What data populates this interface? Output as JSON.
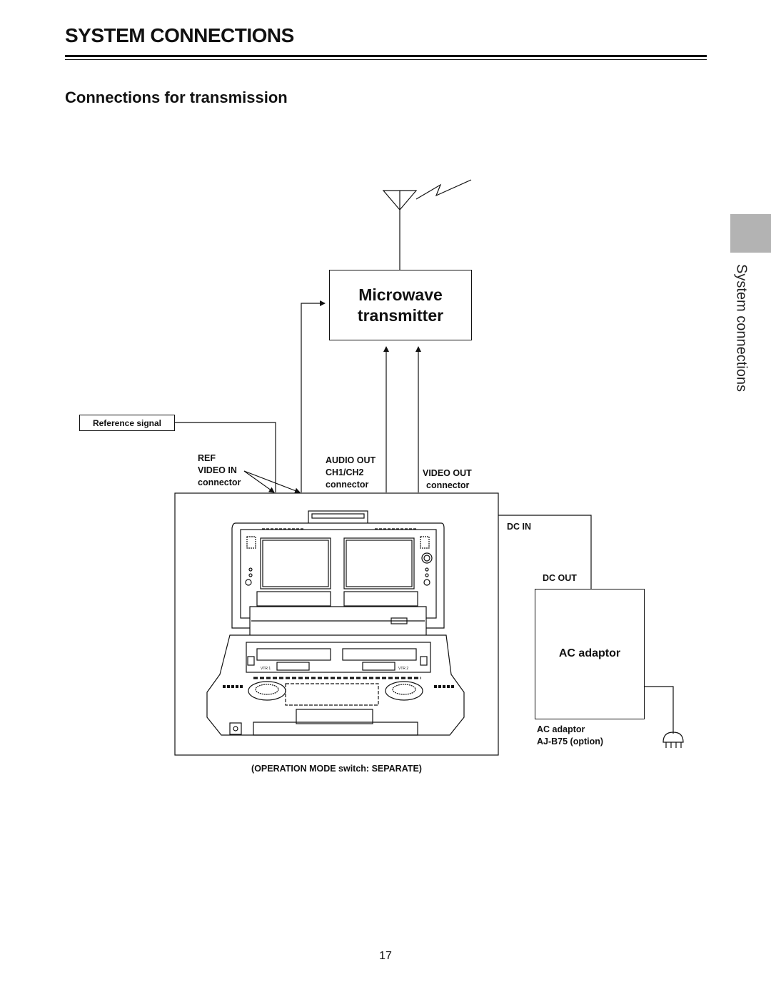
{
  "header": {
    "section_title": "SYSTEM CONNECTIONS",
    "subsection_title": "Connections for transmission"
  },
  "side_tab": {
    "label": "System connections"
  },
  "diagram": {
    "transmitter": {
      "line1": "Microwave",
      "line2": "transmitter"
    },
    "reference_signal": "Reference signal",
    "ref_video_in": {
      "line1": "REF",
      "line2": "VIDEO IN",
      "line3": "connector"
    },
    "audio_out": {
      "line1": "AUDIO OUT",
      "line2": "CH1/CH2",
      "line3": "connector"
    },
    "video_out": {
      "line1": "VIDEO OUT",
      "line2": "connector"
    },
    "dc_in": "DC IN",
    "dc_out": "DC OUT",
    "ac_adaptor_box": "AC adaptor",
    "ac_adaptor_label": {
      "line1": "AC adaptor",
      "line2": "AJ-B75 (option)"
    },
    "vtr1": "VTR 1",
    "vtr2": "VTR 2",
    "operation_mode": "(OPERATION MODE switch: SEPARATE)"
  },
  "footer": {
    "page_number": "17"
  }
}
